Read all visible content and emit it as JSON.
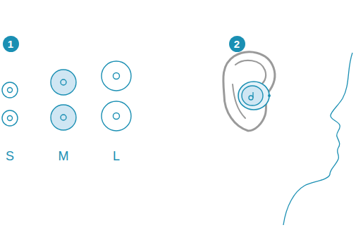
{
  "diagram": {
    "nodes": [
      {
        "text": [
          "1"
        ]
      },
      {
        "text": [
          "2"
        ]
      }
    ],
    "labels": [
      "S",
      "M",
      "L"
    ]
  }
}
